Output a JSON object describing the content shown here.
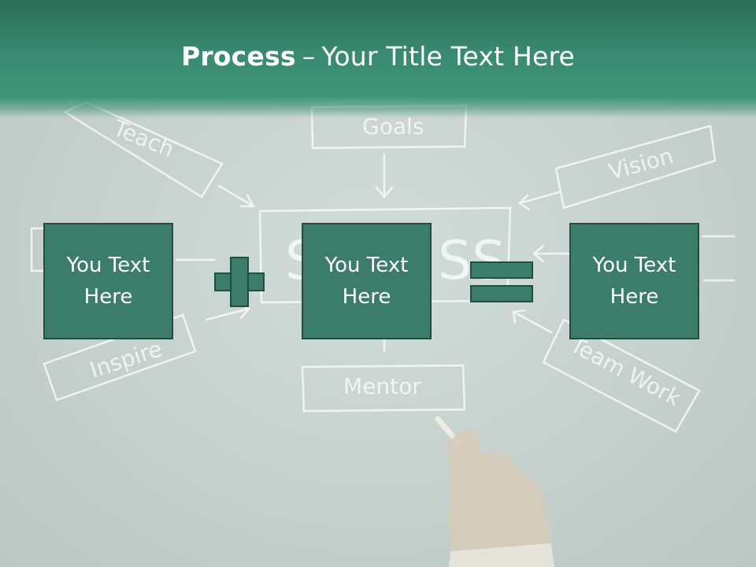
{
  "title": {
    "bold": "Process",
    "separator": "–",
    "rest": "Your Title Text Here"
  },
  "boxes": [
    {
      "text": "You Text\nHere"
    },
    {
      "text": "You Text\nHere"
    },
    {
      "text": "You Text\nHere"
    }
  ],
  "operators": {
    "plus": "plus-icon",
    "equals": "equals-icon"
  },
  "background_words": {
    "goals": "Goals",
    "teach": "Teach",
    "vision": "Vision",
    "success_left": "S",
    "success_right": "SS",
    "inspire": "Inspire",
    "mentor": "Mentor",
    "team_work": "Team Work"
  },
  "colors": {
    "header": "#3f9478",
    "box_fill": "#3b7d6a",
    "box_border": "#1f4f41",
    "background": "#c7d2ce",
    "title_text": "#ffffff"
  }
}
